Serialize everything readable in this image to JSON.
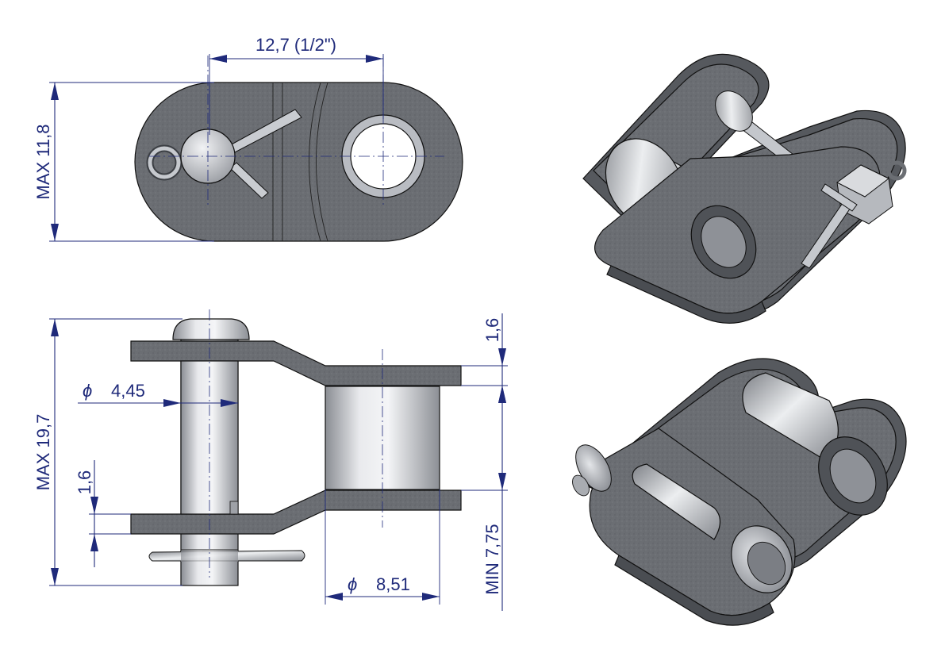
{
  "drawing": {
    "dimensions": {
      "pitch": "12,7  (1/2\")",
      "plate_height": "MAX 11,8",
      "total_width": "MAX 19,7",
      "plate_thickness_top": "1,6",
      "plate_thickness_bottom": "1,6",
      "pin_diameter": "4,45",
      "inner_width": "MIN 7,75",
      "roller_diameter": "8,51",
      "diameter_symbol": "ϕ"
    },
    "colors": {
      "dimension": "#1f2a7a",
      "plate_fill": "#6b6e73",
      "plate_dark": "#4a4d52",
      "metal_light": "#e6e7ea",
      "metal_mid": "#b9bcc2",
      "metal_dark": "#7d8087",
      "background": "#ffffff"
    },
    "views": [
      "front-view",
      "side-view",
      "isometric-view-top",
      "isometric-view-bottom"
    ]
  }
}
